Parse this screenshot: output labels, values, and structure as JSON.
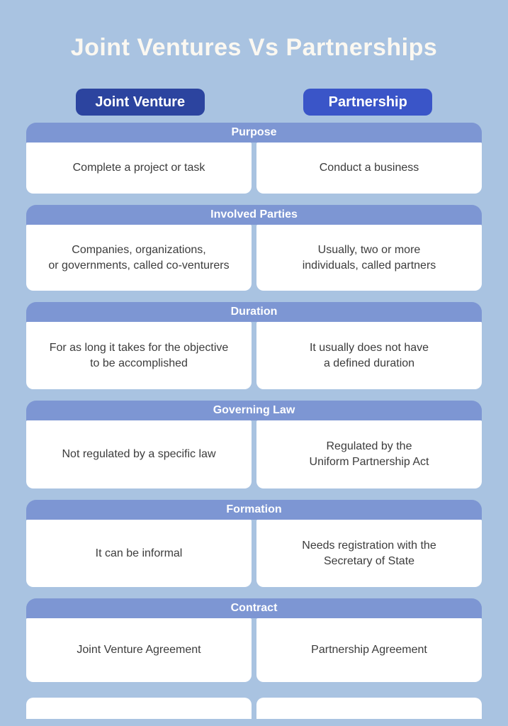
{
  "title": "Joint Ventures Vs Partnerships",
  "columns": [
    {
      "label": "Joint Venture"
    },
    {
      "label": "Partnership"
    }
  ],
  "sections": [
    {
      "title": "Purpose",
      "left": "Complete a project or task",
      "right": "Conduct a business"
    },
    {
      "title": "Involved Parties",
      "left": "Companies, organizations,\nor governments, called co-venturers",
      "right": "Usually, two or more\nindividuals, called partners"
    },
    {
      "title": "Duration",
      "left": "For as long it takes for the objective\nto be accomplished",
      "right": "It usually does not have\na defined duration"
    },
    {
      "title": "Governing Law",
      "left": "Not regulated by a specific law",
      "right": "Regulated by the\nUniform Partnership Act"
    },
    {
      "title": "Formation",
      "left": "It can be informal",
      "right": "Needs registration with the\nSecretary of State"
    },
    {
      "title": "Contract",
      "left": "Joint Venture Agreement",
      "right": "Partnership Agreement"
    }
  ],
  "colors": {
    "background": "#a9c3e1",
    "section_header": "#7d96d3",
    "pill_joint_venture": "#2c449f",
    "pill_partnership": "#3a55c8",
    "cell_background": "#ffffff",
    "cell_text": "#3c3c3c",
    "title_text": "#fbf8f1"
  }
}
